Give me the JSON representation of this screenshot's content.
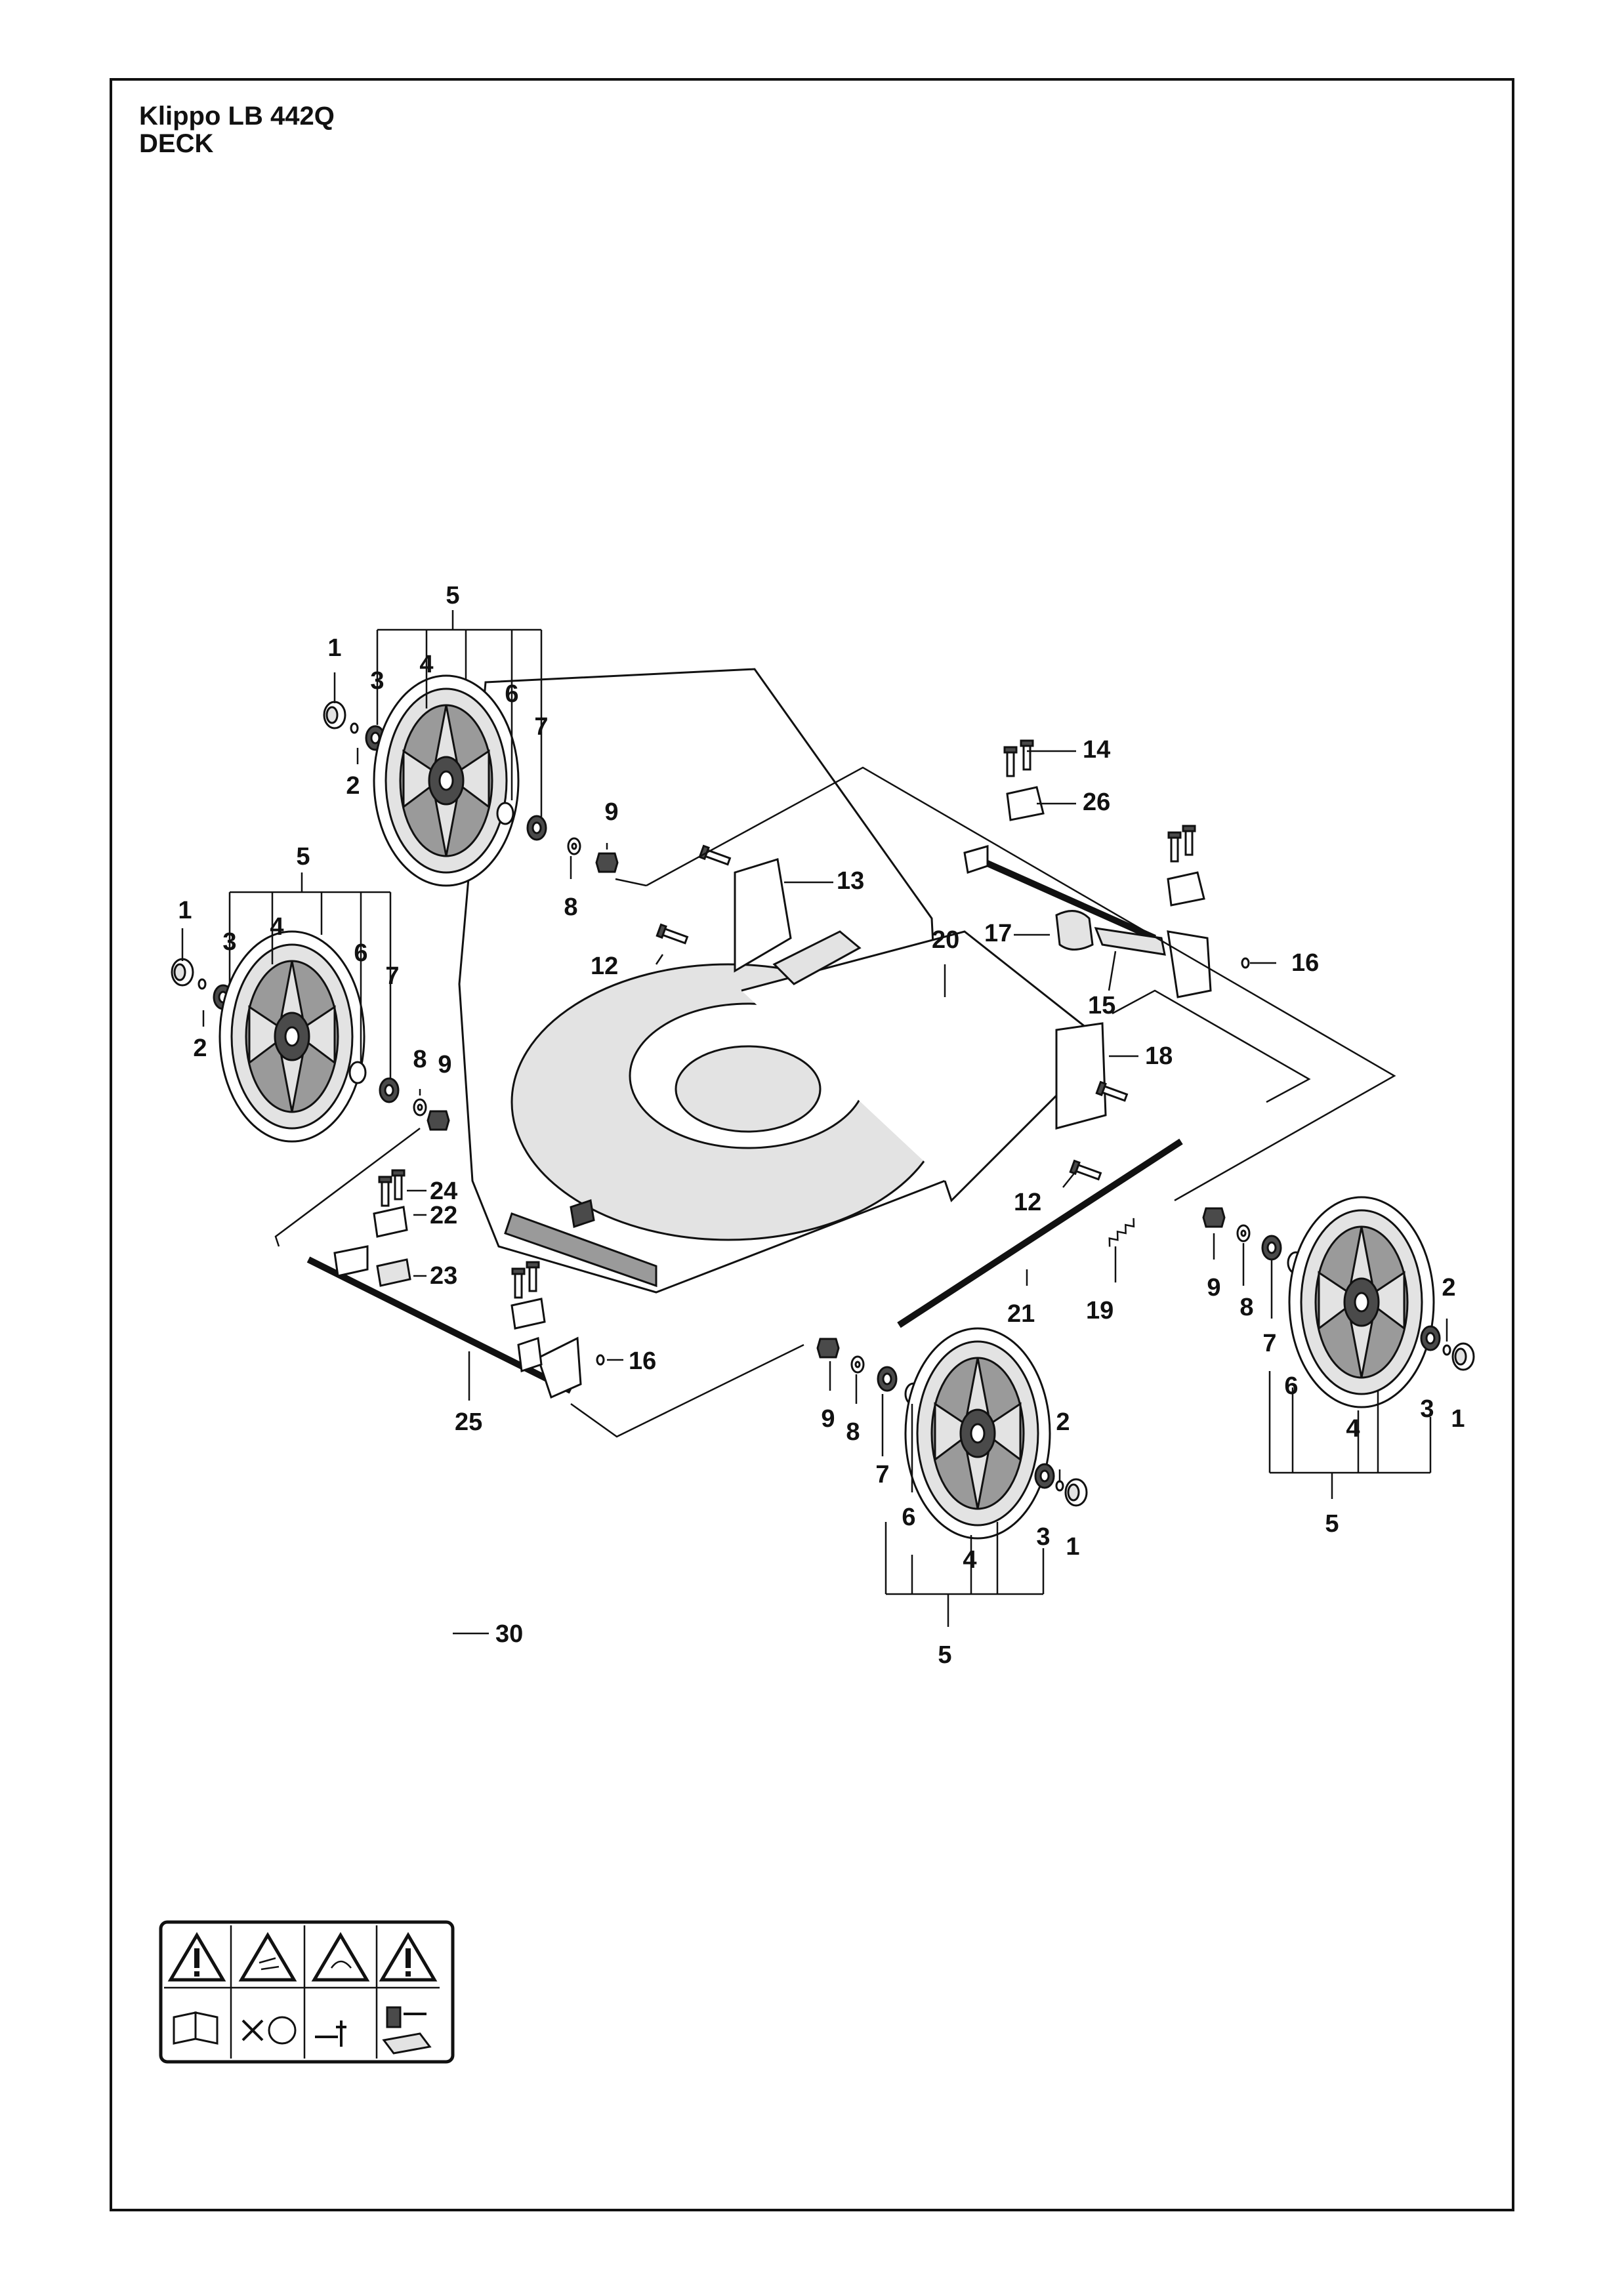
{
  "header": {
    "model": "Klippo LB 442Q",
    "section": "DECK"
  },
  "callouts": {
    "c1a": "1",
    "c2a": "2",
    "c3a": "3",
    "c4a": "4",
    "c5a": "5",
    "c6a": "6",
    "c7a": "7",
    "c8a": "8",
    "c9a": "9",
    "c1b": "1",
    "c2b": "2",
    "c3b": "3",
    "c4b": "4",
    "c5b": "5",
    "c6b": "6",
    "c7b": "7",
    "c8b": "8",
    "c9b": "9",
    "c1c": "1",
    "c2c": "2",
    "c3c": "3",
    "c4c": "4",
    "c5c": "5",
    "c6c": "6",
    "c7c": "7",
    "c8c": "8",
    "c9c": "9",
    "c1d": "1",
    "c2d": "2",
    "c3d": "3",
    "c4d": "4",
    "c5d": "5",
    "c6d": "6",
    "c7d": "7",
    "c8d": "8",
    "c9d": "9",
    "c12a": "12",
    "c12b": "12",
    "c13": "13",
    "c14": "14",
    "c15": "15",
    "c16a": "16",
    "c16b": "16",
    "c17": "17",
    "c18": "18",
    "c19": "19",
    "c20": "20",
    "c21": "21",
    "c22": "22",
    "c23": "23",
    "c24": "24",
    "c25": "25",
    "c26": "26",
    "c30": "30"
  },
  "icons": [
    "warning-triangle-icon",
    "manual-book-icon",
    "thrown-object-icon",
    "rotating-blade-icon",
    "bystander-distance-icon",
    "disconnect-spark-plug-icon"
  ]
}
